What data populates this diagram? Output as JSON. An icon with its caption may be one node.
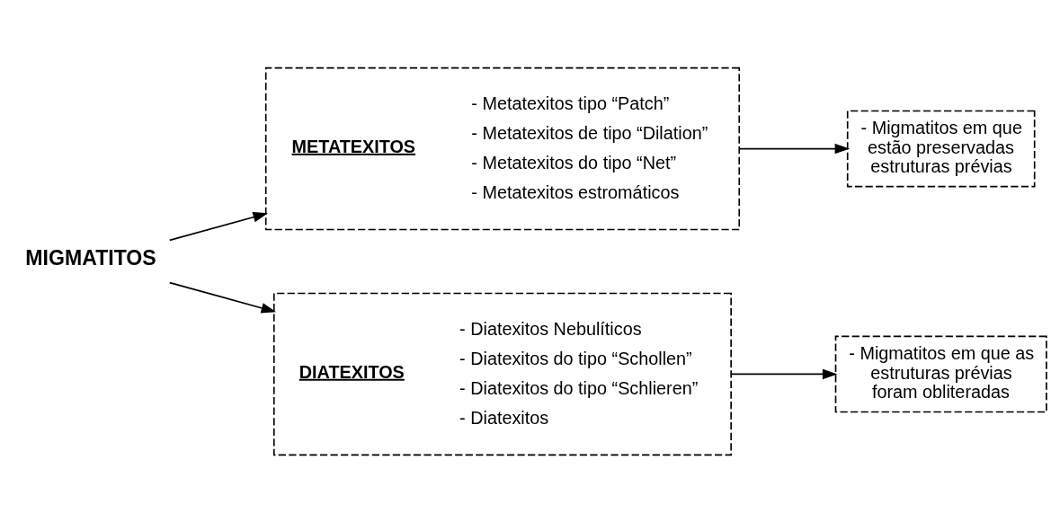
{
  "diagram": {
    "nodes": [
      {
        "text": [
          "MIGMATITOS"
        ]
      },
      {
        "text": [
          "METATEXITOS",
          "- Metatexitos tipo “Patch”",
          "- Metatexitos de tipo “Dilation”",
          "- Metatexitos do tipo “Net”",
          "- Metatexitos estromáticos"
        ]
      },
      {
        "text": [
          "- Migmatitos em que estão preservadas estruturas prévias"
        ]
      },
      {
        "text": [
          "DIATEXITOS",
          "- Diatexitos Nebulíticos",
          "- Diatexitos do tipo “Schollen”",
          "- Diatexitos do tipo “Schlieren”",
          "- Diatexitos"
        ]
      },
      {
        "text": [
          "- Migmatitos em que as estruturas prévias foram obliteradas"
        ]
      }
    ],
    "edges": [
      {
        "from": 0,
        "to": 1,
        "arrow": "to"
      },
      {
        "from": 0,
        "to": 3,
        "arrow": "to"
      },
      {
        "from": 1,
        "to": 2,
        "arrow": "to"
      },
      {
        "from": 3,
        "to": 4,
        "arrow": "to"
      }
    ]
  }
}
